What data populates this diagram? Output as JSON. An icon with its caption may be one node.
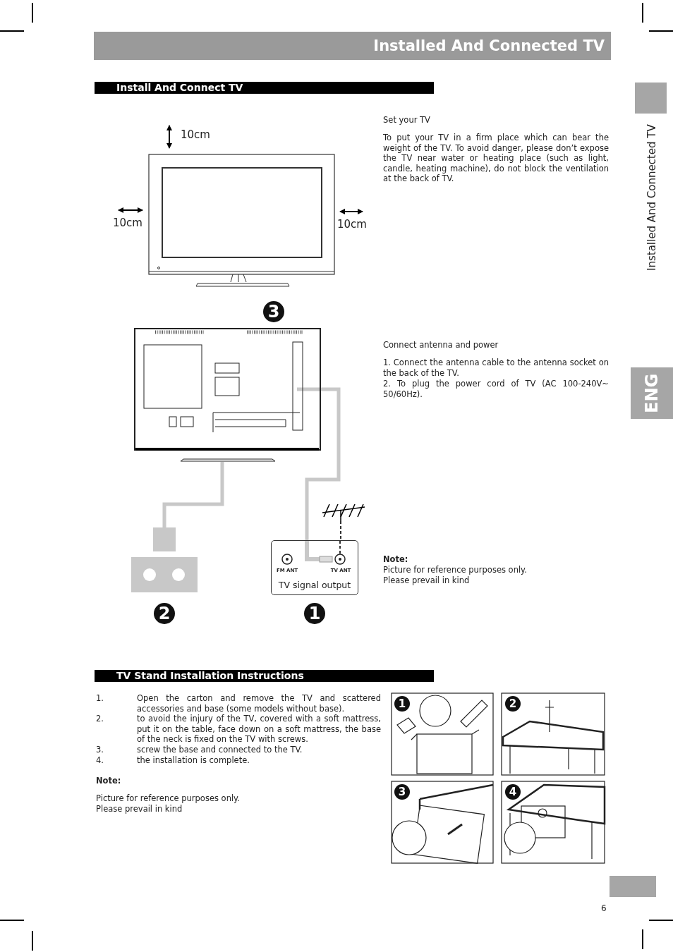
{
  "diagram": {
    "title": "Installed And Connected TV",
    "nodes": [
      {
        "text": [],
        "shape": "picture"
      },
      {
        "text": [],
        "shape": "box"
      },
      {
        "text": [
          "FM ANT",
          "TV ANT",
          "TV signal output"
        ]
      },
      {
        "text": [],
        "shape": "picture"
      }
    ],
    "edges": [
      {
        "from": 0,
        "to": 1,
        "arrow": "none",
        "color": "#c8c8c8"
      },
      {
        "from": 0,
        "to": 2,
        "arrow": "none",
        "color": "#c8c8c8"
      },
      {
        "from": 3,
        "to": 2,
        "arrow": "none",
        "style": "dashed",
        "color": "#000000"
      }
    ],
    "labels": [
      "Install And Connect TV",
      "10cm",
      "10cm",
      "10cm",
      "3",
      "Set your TV",
      "To put your TV in a firm place which can bear the weight of the TV. To avoid danger, please don’t expose the TV near water or heating place (such as light, candle, heating machine), do not block the ventilation at the back of TV.",
      "Connect antenna and power",
      "1. Connect the antenna cable to the antenna socket on the back of the TV.",
      "2. To plug the power cord of TV (AC 100-240V~ 50/60Hz).",
      "Note:",
      "Picture for reference purposes only.",
      "Please prevail in kind",
      "2",
      "1",
      "TV Stand Installation Instructions",
      "1.",
      "Open the carton and remove the TV and scattered accessories and base (some models without base).",
      "2.",
      "to avoid the injury of the TV, covered with a soft mattress, put it on the table, face down on a soft mattress, the base of the neck is fixed on the TV with screws.",
      "3.",
      "screw the base and connected to the TV.",
      "4.",
      "the installation is complete.",
      "Note:",
      "Picture for reference purposes only.",
      "Please prevail in kind",
      "1",
      "2",
      "3",
      "4",
      "Installed And Connected TV",
      "ENG",
      "6"
    ]
  }
}
